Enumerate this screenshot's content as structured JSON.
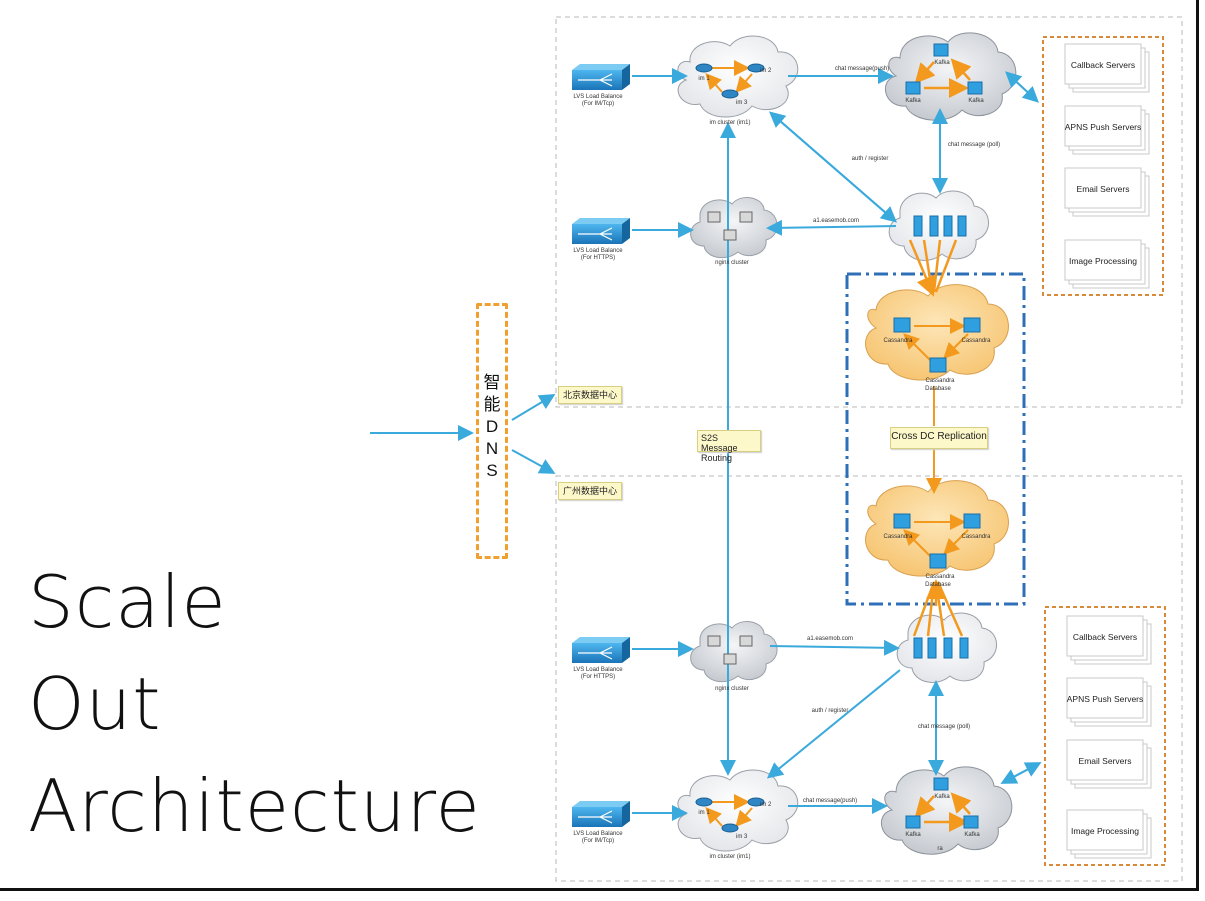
{
  "title": {
    "line1": "Scale",
    "line2": "Out",
    "line3": "Architecture"
  },
  "dns": {
    "chars": [
      "智",
      "能",
      "D",
      "N",
      "S"
    ]
  },
  "datacenters": {
    "beijing": "北京数据中心",
    "guangzhou": "广州数据中心"
  },
  "notes": {
    "s2s": "S2S Message Routing",
    "cross_dc": "Cross DC Replication"
  },
  "edge_labels": {
    "push": "chat message(push)",
    "poll": "chat message (poll)",
    "auth": "auth / register",
    "host": "a1.easemob.com"
  },
  "lb": {
    "imtcp_name": "LVS Load Balance",
    "imtcp_sub": "(For IM/Tcp)",
    "https_name": "LVS Load Balance",
    "https_sub": "(For HTTPS)"
  },
  "clusters": {
    "im_nodes": [
      "im 1",
      "im 2",
      "im 3"
    ],
    "im_cluster": "im cluster (im1)",
    "nginx_cluster": "nginx cluster",
    "kafka_node": "Kafka",
    "kafka_cluster_bottom": "ra",
    "cassandra_node": "Cassandra",
    "database": "Database"
  },
  "services": [
    "Callback Servers",
    "APNS Push Servers",
    "Email Servers",
    "Image Processing"
  ],
  "colors": {
    "arrow_blue": "#3aa9dc",
    "arrow_orange": "#f39a1e",
    "dns_border": "#f0a030",
    "dc_border_blue": "#2e6fb7",
    "cassandra_fill": "#fbd38c"
  }
}
